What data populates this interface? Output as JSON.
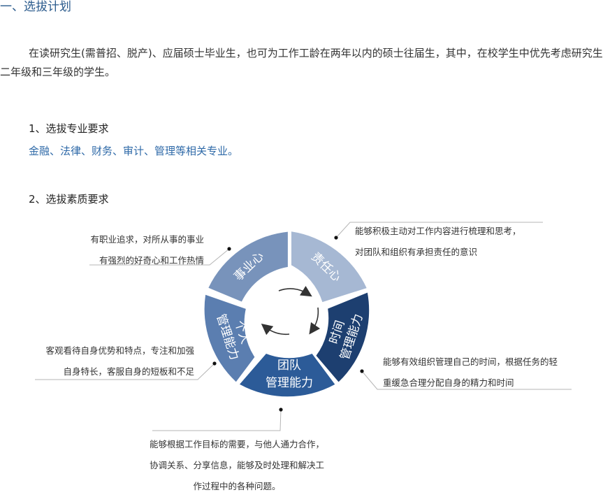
{
  "section": {
    "title": "一、选拔计划"
  },
  "intro": "在读研究生(需普招、脱产)、应届硕士毕业生，也可为工作工龄在两年以内的硕士往届生，其中，在校学生中优先考虑研究生二年级和三年级的学生。",
  "majors": {
    "heading": "1、选拔专业要求",
    "text": "金融、法律、财务、审计、管理等相关专业。"
  },
  "qualities": {
    "heading": "2、选拔素质要求",
    "segments": [
      {
        "label": "事业心",
        "color": "#7893bb",
        "desc_lines": [
          "有职业追求，对所从事的事业",
          "有强烈的好奇心和工作热情"
        ]
      },
      {
        "label": "责任心",
        "color": "#a6b8d3",
        "desc_lines": [
          "能够积极主动对工作内容进行梳理和思考，",
          "对团队和组织有承担责任的意识"
        ]
      },
      {
        "label_lines": [
          "时间",
          "管理能力"
        ],
        "color": "#1d3f70",
        "desc_lines": [
          "能够有效组织管理自己的时间，根据任务的轻",
          "重缓急合理分配自身的精力和时间"
        ]
      },
      {
        "label_lines": [
          "团队",
          "管理能力"
        ],
        "color": "#2c5b98",
        "desc_lines": [
          "能够根据工作目标的需要，与他人通力合作，",
          "协调关系、分享信息，能够及时处理和解决工",
          "作过程中的各种问题。"
        ]
      },
      {
        "label_lines": [
          "个人",
          "管理能力"
        ],
        "color": "#5b7eb0",
        "desc_lines": [
          "客观看待自身优势和特点，专注和加强",
          "自身特长，客服自身的短板和不足"
        ]
      }
    ]
  }
}
